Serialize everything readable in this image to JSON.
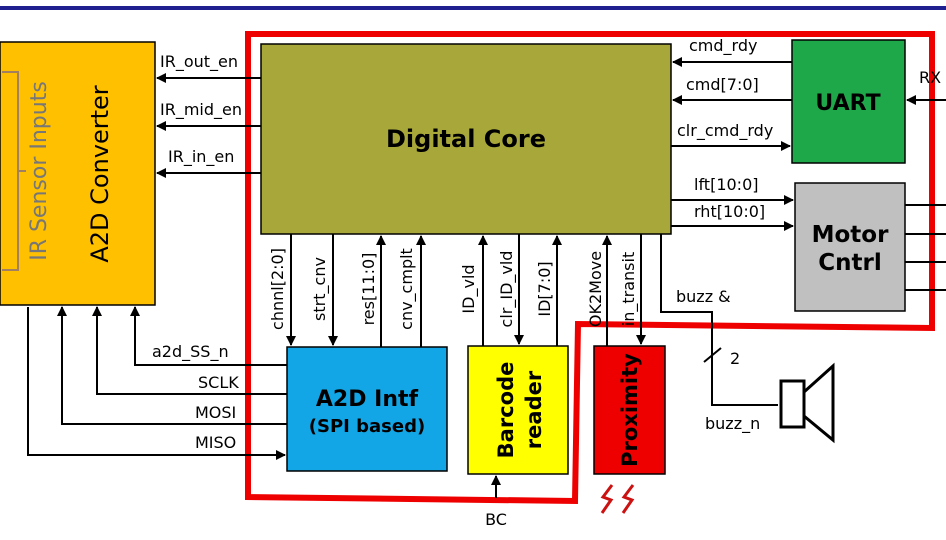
{
  "colors": {
    "top_rule": "#1f1f8f",
    "digital_core": "#a8a83a",
    "a2d_converter": "#ffc000",
    "uart": "#1fa84a",
    "motor": "#c0c0c0",
    "a2d_intf": "#12a6e6",
    "barcode": "#ffff00",
    "proximity": "#ee0000",
    "boundary": "#ee0000"
  },
  "blocks": {
    "ir_sensor_inputs": "IR Sensor Inputs",
    "a2d_converter": "A2D Converter",
    "digital_core": "Digital Core",
    "uart": "UART",
    "motor_line1": "Motor",
    "motor_line2": "Cntrl",
    "a2d_intf_line1": "A2D Intf",
    "a2d_intf_line2": "(SPI based)",
    "barcode_line1": "Barcode",
    "barcode_line2": "reader",
    "proximity": "Proximity"
  },
  "signals": {
    "ir_out_en": "IR_out_en",
    "ir_mid_en": "IR_mid_en",
    "ir_in_en": "IR_in_en",
    "cmd_rdy": "cmd_rdy",
    "cmd": "cmd[7:0]",
    "clr_cmd_rdy": "clr_cmd_rdy",
    "rx": "RX",
    "lft": "lft[10:0]",
    "rht": "rht[10:0]",
    "chnnl": "chnnl[2:0]",
    "strt_cnv": "strt_cnv",
    "res": "res[11:0]",
    "cnv_cmplt": "cnv_cmplt",
    "id_vld": "ID_vld",
    "clr_id_vld": "clr_ID_vld",
    "id": "ID[7:0]",
    "ok2move": "OK2Move",
    "in_transit": "in_transit",
    "buzz": "buzz &",
    "bus_width": "2",
    "buzz_n": "buzz_n",
    "a2d_ss_n": "a2d_SS_n",
    "sclk": "SCLK",
    "mosi": "MOSI",
    "miso": "MISO",
    "bc": "BC"
  }
}
